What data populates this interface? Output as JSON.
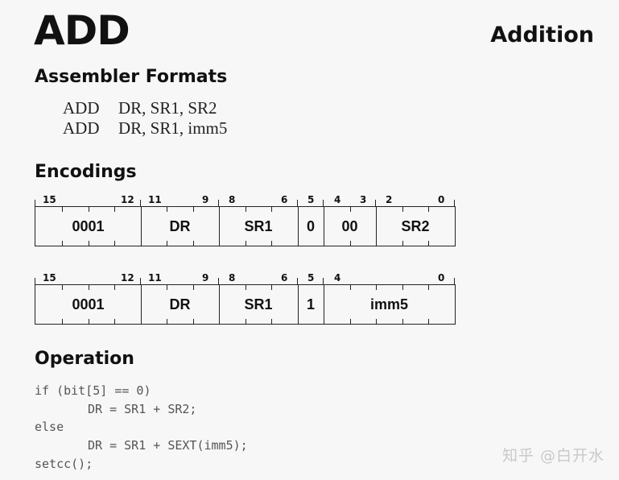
{
  "title": "ADD",
  "subtitle": "Addition",
  "sections": {
    "assembler": "Assembler Formats",
    "encodings": "Encodings",
    "operation": "Operation"
  },
  "assembler_formats": [
    {
      "op": "ADD",
      "operands": "DR, SR1, SR2"
    },
    {
      "op": "ADD",
      "operands": "DR, SR1, imm5"
    }
  ],
  "encodings": [
    {
      "bit_labels": [
        "15",
        "12",
        "11",
        "9",
        "8",
        "6",
        "5",
        "4",
        "3",
        "2",
        "0"
      ],
      "fields": [
        "0001",
        "DR",
        "SR1",
        "0",
        "00",
        "SR2"
      ]
    },
    {
      "bit_labels": [
        "15",
        "12",
        "11",
        "9",
        "8",
        "6",
        "5",
        "4",
        "0"
      ],
      "fields": [
        "0001",
        "DR",
        "SR1",
        "1",
        "imm5"
      ]
    }
  ],
  "operation_code": [
    "if (bit[5] == 0)",
    "DR = SR1 + SR2;",
    "else",
    "DR = SR1 + SEXT(imm5);",
    "setcc();"
  ],
  "watermark": "知乎 @白开水"
}
